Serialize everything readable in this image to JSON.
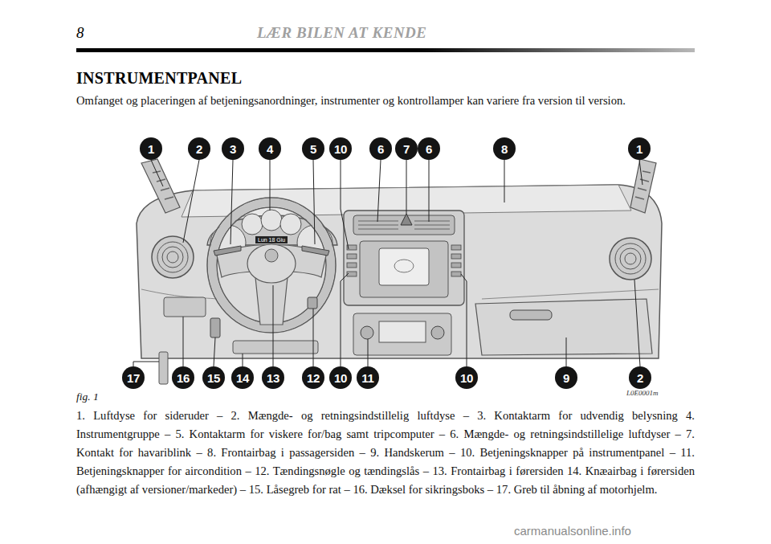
{
  "diagram": {
    "title": "INSTRUMENTPANEL",
    "caption": "1. Luftdyse for sideruder – 2. Mængde- og retningsindstillelig luftdyse – 3. Kontaktarm for udvendig belysning 4. Instrumentgruppe – 5. Kontaktarm for viskere for/bag samt tripcomputer – 6. Mængde- og retningsindstillelige luftdyser – 7. Kontakt for havariblink – 8. Frontairbag i passagersiden – 9. Handskerum – 10. Betjeningsknapper på instrumentpanel – 11. Betjeningsknapper for aircondition – 12. Tændingsnøgle og tændingslås – 13. Frontairbag i førersiden 14. Knæairbag i førersiden (afhængigt af versioner/markeder) – 15. Låsegreb for rat – 16. Dæksel for sikringsboks – 17. Greb til åbning af motorhjelm.",
    "nodes": [
      {
        "text": [
          "1"
        ]
      },
      {
        "text": [
          "2"
        ]
      },
      {
        "text": [
          "3"
        ]
      },
      {
        "text": [
          "4"
        ]
      },
      {
        "text": [
          "5"
        ]
      },
      {
        "text": [
          "10"
        ]
      },
      {
        "text": [
          "6"
        ]
      },
      {
        "text": [
          "7"
        ]
      },
      {
        "text": [
          "6"
        ]
      },
      {
        "text": [
          "8"
        ]
      },
      {
        "text": [
          "1"
        ]
      },
      {
        "text": [
          "17"
        ]
      },
      {
        "text": [
          "16"
        ]
      },
      {
        "text": [
          "15"
        ]
      },
      {
        "text": [
          "14"
        ]
      },
      {
        "text": [
          "13"
        ]
      },
      {
        "text": [
          "12"
        ]
      },
      {
        "text": [
          "10"
        ]
      },
      {
        "text": [
          "11"
        ]
      },
      {
        "text": [
          "10"
        ]
      },
      {
        "text": [
          "9"
        ]
      },
      {
        "text": [
          "2"
        ]
      }
    ],
    "labels": [
      "8",
      "LÆR BILEN AT KENDE",
      "Omfanget og placeringen af betjeningsanordninger, instrumenter og kontrollamper kan variere fra version til version.",
      "fig. 1",
      "L0E0001m",
      "Lun 18 Giu",
      "carmanualsonline.info"
    ]
  }
}
